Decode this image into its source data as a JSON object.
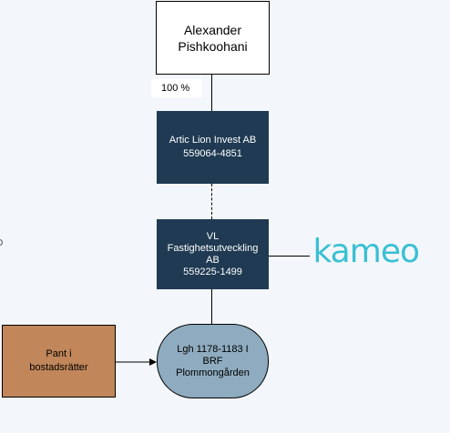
{
  "nodes": {
    "person": [
      "Alexander",
      "Pishkoohani"
    ],
    "ownership": "100 %",
    "artic": [
      "Artic Lion Invest AB",
      "559064-4851"
    ],
    "vl": [
      "VL",
      "Fastighetsutveckling",
      "AB",
      "559225-1499"
    ],
    "pant": [
      "Pant i",
      "bostadsrätter"
    ],
    "lgh": [
      "Lgh 1178-1183 I",
      "BRF",
      "Plommongården"
    ]
  },
  "logo": {
    "text": "kameo",
    "icon": "kameo-logo-icon",
    "color": "#39c0d3"
  },
  "colors": {
    "company_box": "#1f3a52",
    "pant_box": "#c1865a",
    "property_box": "#8eabbf"
  }
}
